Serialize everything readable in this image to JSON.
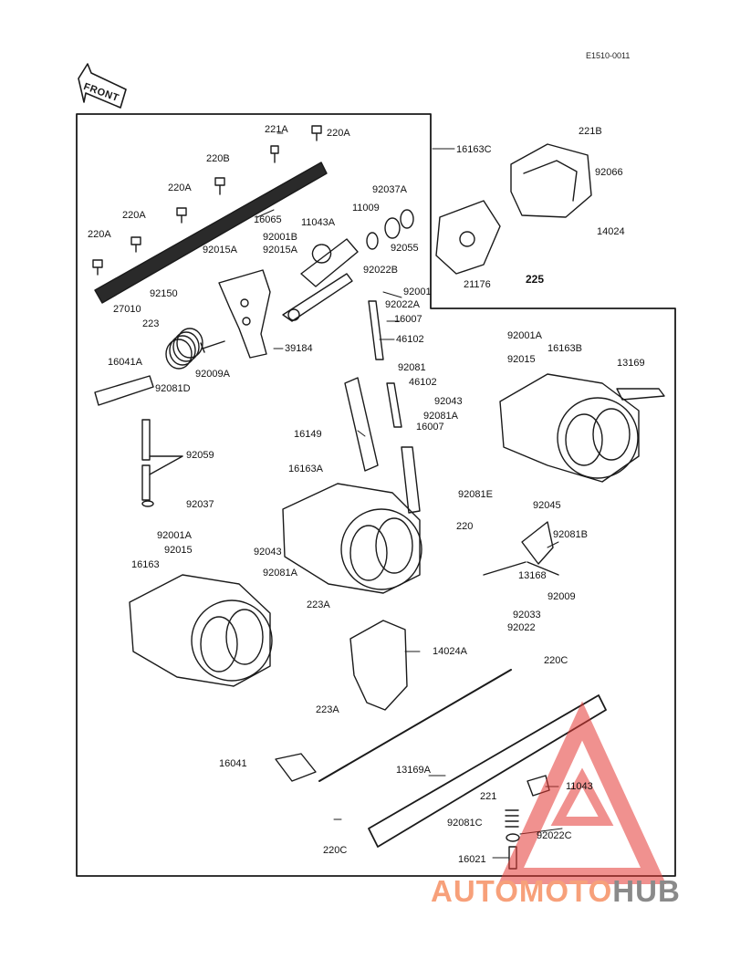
{
  "diagram": {
    "code": "E1510-0011",
    "front_label": "FRONT",
    "watermark": {
      "part1": "AUTOMOTO",
      "part2": "HUB",
      "color1": "#f7a07a",
      "color2": "#8a8a8a",
      "logo_color": "#e53935"
    },
    "labels": {
      "l221A": "221A",
      "l220A_1": "220A",
      "l220B": "220B",
      "l220A_2": "220A",
      "l220A_3": "220A",
      "l220A_4": "220A",
      "l16065": "16065",
      "l92015A_1": "92015A",
      "l92001B": "92001B",
      "l92015A_2": "92015A",
      "l11043A": "11043A",
      "l11009": "11009",
      "l92037A": "92037A",
      "l92055": "92055",
      "l92022B": "92022B",
      "l16163C": "16163C",
      "l221B": "221B",
      "l92066": "92066",
      "l14024": "14024",
      "l21176": "21176",
      "l225": "225",
      "l92150": "92150",
      "l27010": "27010",
      "l223": "223",
      "l39184": "39184",
      "l92001": "92001",
      "l92022A": "92022A",
      "l16007_1": "16007",
      "l46102_1": "46102",
      "l16041A": "16041A",
      "l92081D": "92081D",
      "l92009A": "92009A",
      "l92081": "92081",
      "l46102_2": "46102",
      "l92001A_1": "92001A",
      "l92015_1": "92015",
      "l16163B": "16163B",
      "l13169": "13169",
      "l92043_1": "92043",
      "l92081A_1": "92081A",
      "l16007_2": "16007",
      "l16149": "16149",
      "l92059": "92059",
      "l16163A": "16163A",
      "l92081E": "92081E",
      "l92037": "92037",
      "l220": "220",
      "l92045": "92045",
      "l92081B": "92081B",
      "l92001A_2": "92001A",
      "l92015_2": "92015",
      "l92043_2": "92043",
      "l92081A_2": "92081A",
      "l13168": "13168",
      "l16163": "16163",
      "l92009": "92009",
      "l223A_1": "223A",
      "l92033": "92033",
      "l92022": "92022",
      "l14024A": "14024A",
      "l220C_1": "220C",
      "l223A_2": "223A",
      "l16041": "16041",
      "l13169A": "13169A",
      "l221": "221",
      "l11043": "11043",
      "l92081C": "92081C",
      "l92022C": "92022C",
      "l220C_2": "220C",
      "l16021": "16021"
    }
  }
}
